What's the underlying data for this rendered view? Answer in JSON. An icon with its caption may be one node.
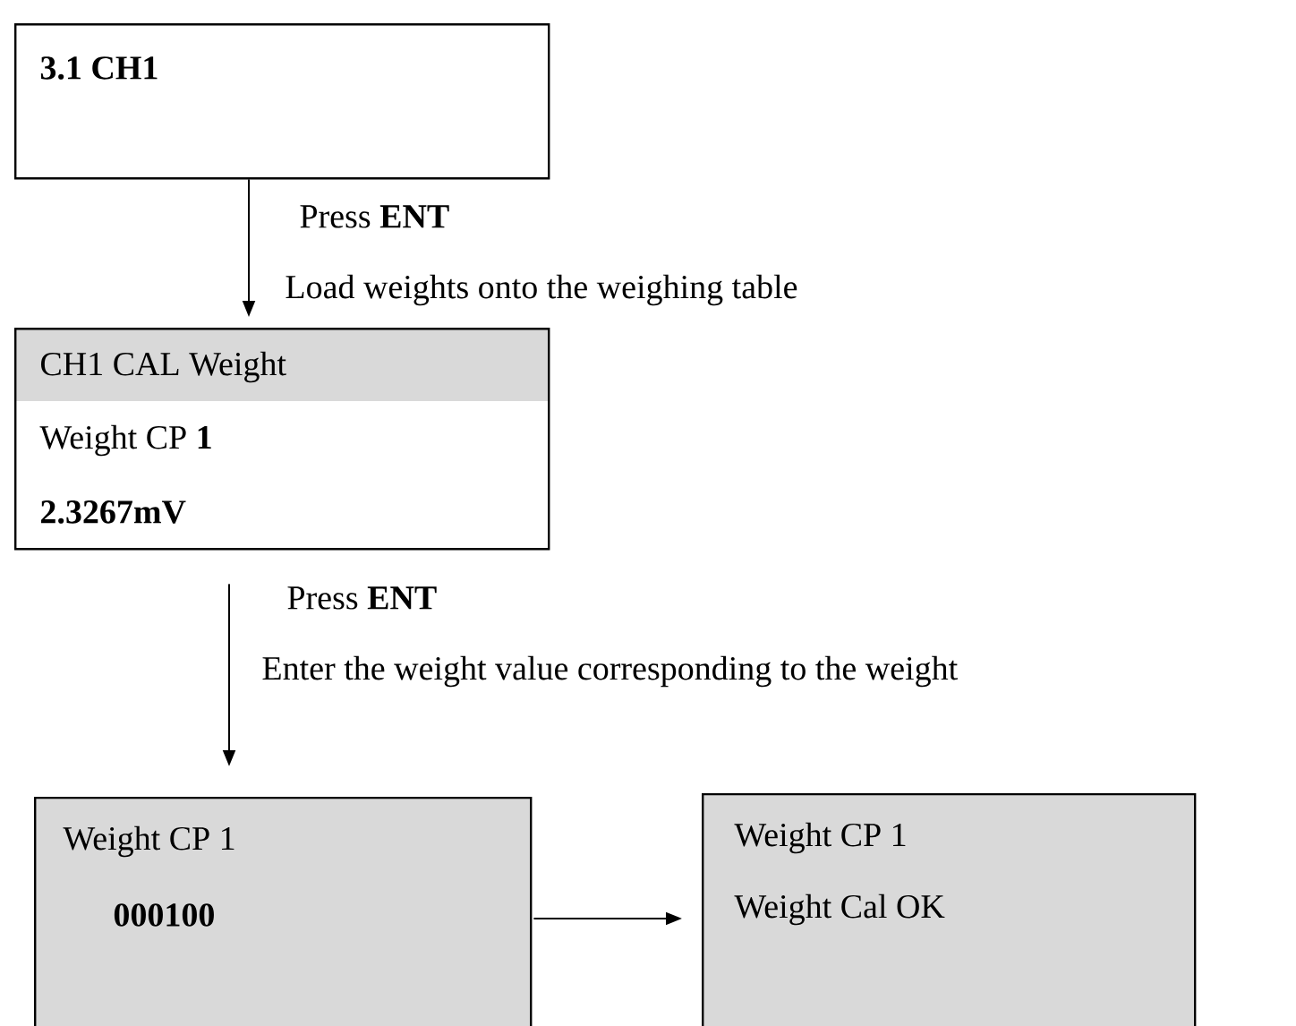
{
  "diagram": {
    "nodes": [
      {
        "text": [
          "3.1 CH1"
        ]
      },
      {
        "text": [
          "CH1 CAL Weight",
          "Weight CP **1**",
          "2.3267mV"
        ]
      },
      {
        "text": [
          "Weight CP 1",
          "000100"
        ]
      },
      {
        "text": [
          "Weight CP 1",
          "Weight Cal OK"
        ]
      }
    ],
    "edges": [
      {
        "from": 0,
        "to": 1,
        "arrow": "to",
        "label": "Press **ENT**"
      },
      {
        "from": 1,
        "to": 2,
        "arrow": "to",
        "label": "Press **ENT**"
      },
      {
        "from": 2,
        "to": 3,
        "arrow": "to"
      }
    ],
    "labels": [
      "Load weights onto the weighing table",
      "Enter the weight value corresponding to the weight"
    ]
  }
}
